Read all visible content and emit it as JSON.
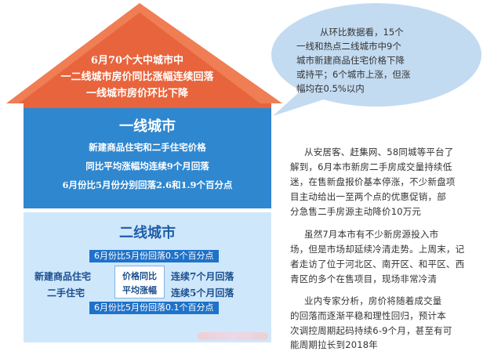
{
  "roof": {
    "lines": [
      "6月70个大中城市中",
      "一二线城市房价同比涨幅连续回落",
      "一线城市房价环比下降"
    ]
  },
  "tier1": {
    "title": "一线城市",
    "lines": [
      "新建商品住宅和二手住宅价格",
      "同比平均涨幅均连续9个月回落",
      "6月份比5月份分别回落2.6和1.9个百分点"
    ]
  },
  "tier2": {
    "title": "二线城市",
    "pill_top": "6月份比5月份回落0.5个百分点",
    "pill_bottom": "6月份比5月份回落0.1个百分点",
    "new_home_label": "新建商品住宅",
    "second_hand_label": "二手住宅",
    "center_box": [
      "价格同比",
      "平均涨幅"
    ],
    "pill_right_top": "连续7个月回落",
    "pill_right_bottom": "连续5个月回落"
  },
  "bubble": {
    "lines": [
      "从环比数据看，15个",
      "一线和热点二线城市中9个",
      "城市新建商品住宅价格下降",
      "或持平；6个城市上涨，但涨",
      "幅均在0.5%以内"
    ]
  },
  "article": {
    "paragraphs": [
      [
        "从安居客、赶集网、58同城等平台了",
        "解到，6月本市新房二手房成交量持续低",
        "迷，在售新盘报价基本停涨，不少新盘项",
        "目主动给出一至两个点的优惠促销，部",
        "分急售二手房源主动降价10万元"
      ],
      [
        "虽然7月本市有不少新房源投入市",
        "场，但是市场却延续冷清走势。上周末，记",
        "者走访了位于河北区、南开区、和平区、西",
        "青区的多个在售项目，现场非常冷清"
      ],
      [
        "业内专家分析，房价将随着成交量",
        "的回落而逐渐平稳和理性回归，预计本",
        "次调控周期起码持续6-9个月，甚至有可",
        "能周期拉长到2018年"
      ]
    ]
  },
  "colors": {
    "roof": "#e8643c",
    "tier1": "#2f87cf",
    "tier2": "#cfe7fb",
    "pill": "#1f72c9",
    "bubble": "#c3dbf1"
  }
}
